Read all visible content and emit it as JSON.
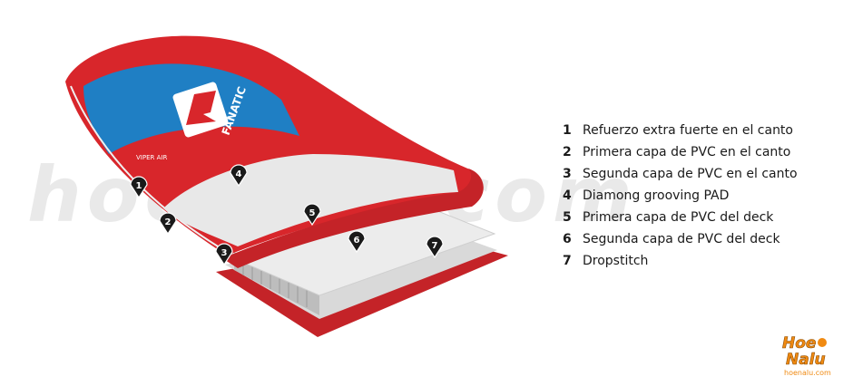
{
  "watermark": "hoenalu.com",
  "board": {
    "brand": "FANATIC",
    "model": "VIPER AIR"
  },
  "legend": [
    {
      "num": "1",
      "text": "Refuerzo extra fuerte en el canto"
    },
    {
      "num": "2",
      "text": "Primera capa de PVC en el canto"
    },
    {
      "num": "3",
      "text": "Segunda capa de PVC en el canto"
    },
    {
      "num": "4",
      "text": "Diamong grooving PAD"
    },
    {
      "num": "5",
      "text": "Primera capa de PVC del deck"
    },
    {
      "num": "6",
      "text": "Segunda capa de PVC del deck"
    },
    {
      "num": "7",
      "text": "Dropstitch"
    }
  ],
  "markers": [
    "1",
    "2",
    "3",
    "4",
    "5",
    "6",
    "7"
  ],
  "logo": {
    "line1": "Hoe",
    "line2": "Nalu",
    "url": "hoenalu.com"
  },
  "colors": {
    "board_red": "#d8262b",
    "board_blue": "#1f7fc4",
    "pad": "#e8e8e8",
    "marker": "#1a1a1a",
    "logo_orange": "#f08a12"
  }
}
